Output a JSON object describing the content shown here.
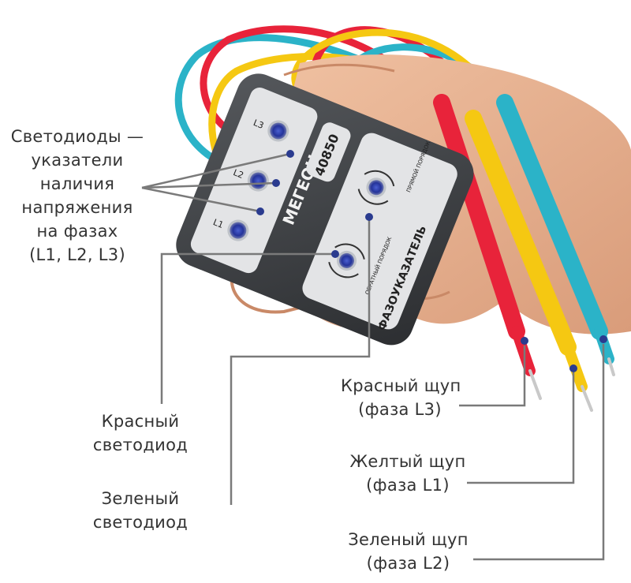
{
  "device": {
    "brand": "МЕГЕОН",
    "model": "40850",
    "name": "ФАЗОУКАЗАТЕЛЬ",
    "led_labels": [
      "L3",
      "L2",
      "L1"
    ],
    "direct_order": "ПРЯМОЙ ПОРЯДОК",
    "reverse_order": "ОБРАТНЫЙ ПОРЯДОК"
  },
  "callouts": {
    "leds": [
      "Светодиоды —",
      "указатели",
      "наличия",
      "напряжения",
      "на фазах",
      "(L1, L2, L3)"
    ],
    "red_led": [
      "Красный",
      "светодиод"
    ],
    "green_led": [
      "Зеленый",
      "светодиод"
    ],
    "red_probe": [
      "Красный щуп",
      "(фаза L3)"
    ],
    "yellow_probe": [
      "Желтый щуп",
      "(фаза L1)"
    ],
    "green_probe": [
      "Зеленый щуп",
      "(фаза L2)"
    ]
  },
  "colors": {
    "red": "#e8233a",
    "yellow": "#f5c812",
    "cyan": "#2bb3c8",
    "device_body": "#3d3f42",
    "panel": "#e3e4e6",
    "led_ring": "#2a3b8f",
    "leader_line": "#7a7a7a",
    "skin": "#e8b594"
  }
}
